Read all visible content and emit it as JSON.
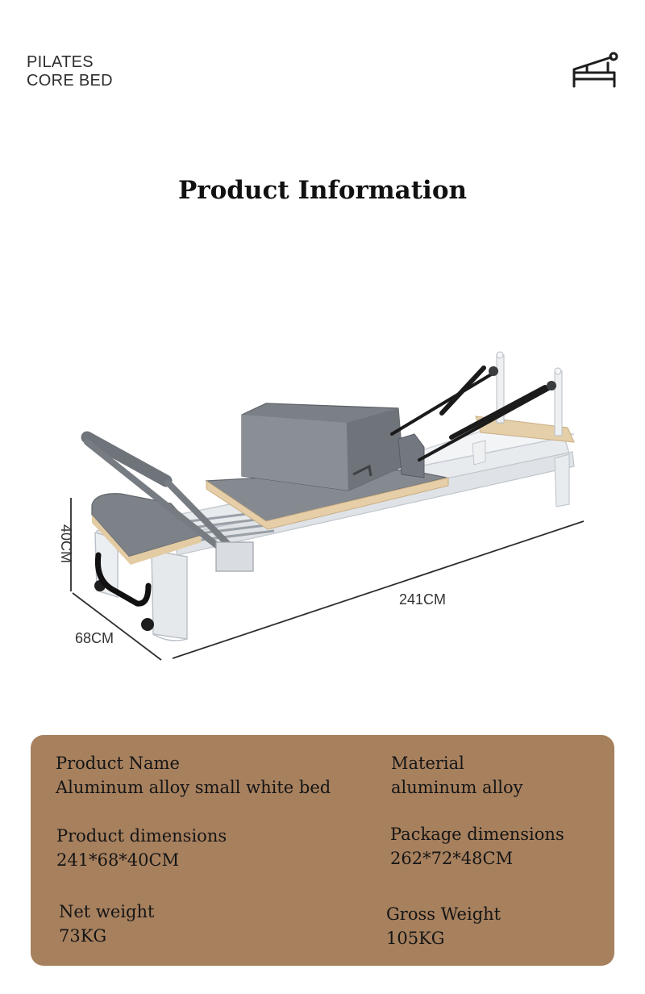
{
  "header": {
    "brand_line1": "PILATES",
    "brand_line2": "CORE BED",
    "icon": "reformer-bed-icon"
  },
  "title": "Product Information",
  "dimensions": {
    "height": "40CM",
    "width": "68CM",
    "length": "241CM"
  },
  "specs": {
    "product_name_label": "Product Name",
    "product_name_value": "Aluminum alloy small white bed",
    "material_label": "Material",
    "material_value": "aluminum alloy",
    "product_dimensions_label": "Product dimensions",
    "product_dimensions_value": "241*68*40CM",
    "package_dimensions_label": "Package dimensions",
    "package_dimensions_value": "262*72*48CM",
    "net_weight_label": "Net weight",
    "net_weight_value": "73KG",
    "gross_weight_label": "Gross Weight",
    "gross_weight_value": "105KG"
  },
  "colors": {
    "info_panel": "#a7805e",
    "upholstery": "#7c8188",
    "frame": "#e4e8ec",
    "wood_trim": "#e5cfa8"
  }
}
